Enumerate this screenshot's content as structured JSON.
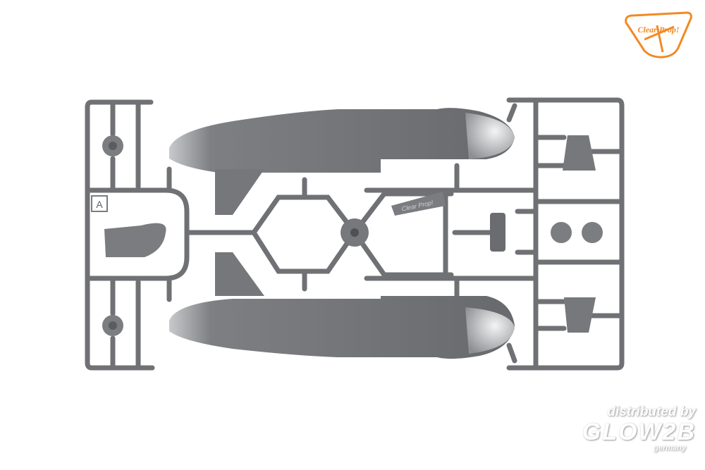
{
  "logo": {
    "text": "Clear Prop!",
    "color": "#f08a24"
  },
  "sprue": {
    "letter": "A",
    "embossed_text": "Clear Prop!",
    "plastic_color": "#6f7174"
  },
  "watermark": {
    "line1": "distributed by",
    "line2": "GLOW2B",
    "line3": "germany"
  }
}
